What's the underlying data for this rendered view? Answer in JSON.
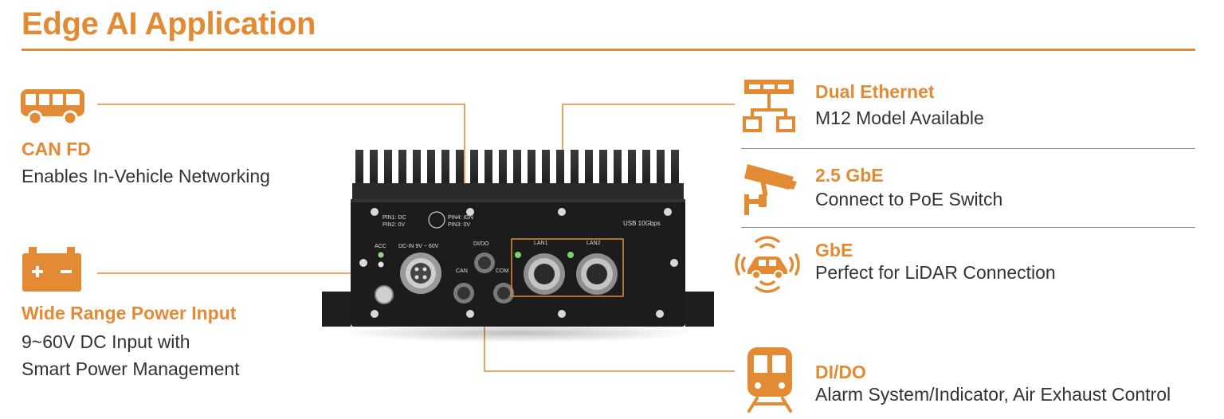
{
  "title": "Edge AI Application",
  "colors": {
    "accent": "#e38a34",
    "text": "#333333",
    "device": "#1c1c1c"
  },
  "left_features": [
    {
      "icon": "bus-icon",
      "heading": "CAN FD",
      "text": [
        "Enables In-Vehicle Networking"
      ]
    },
    {
      "icon": "battery-icon",
      "heading": "Wide Range Power Input",
      "text": [
        "9~60V DC Input with",
        "Smart Power Management"
      ]
    }
  ],
  "right_features": [
    {
      "icon": "network-icon",
      "heading": "Dual Ethernet",
      "text": "M12 Model Available"
    },
    {
      "icon": "camera-icon",
      "heading": "2.5 GbE",
      "text": "Connect to PoE Switch"
    },
    {
      "icon": "lidar-car-icon",
      "heading": "GbE",
      "text": "Perfect for LiDAR Connection"
    },
    {
      "icon": "train-icon",
      "heading": "DI/DO",
      "text": "Alarm System/Indicator, Air Exhaust Control"
    }
  ],
  "device_labels": {
    "pin1": "PIN1: DC",
    "pin2": "PIN2: 0V",
    "pin4": "PIN4: IGN",
    "pin3": "PIN3: 0V",
    "usb": "USB 10Gbps",
    "acc": "ACC",
    "dcin": "DC-IN 9V ~ 60V",
    "dido": "DI/DO",
    "can": "CAN",
    "com": "COM",
    "lan1": "LAN1",
    "lan2": "LAN2"
  }
}
